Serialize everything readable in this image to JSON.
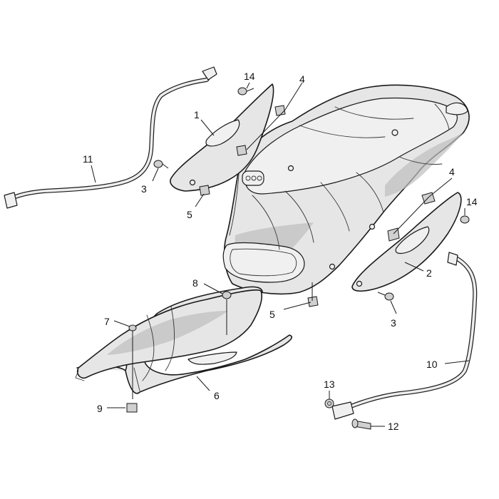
{
  "callouts": [
    {
      "id": "c1",
      "label": "1"
    },
    {
      "id": "c2",
      "label": "2"
    },
    {
      "id": "c3a",
      "label": "3"
    },
    {
      "id": "c3b",
      "label": "3"
    },
    {
      "id": "c4a",
      "label": "4"
    },
    {
      "id": "c4b",
      "label": "4"
    },
    {
      "id": "c5a",
      "label": "5"
    },
    {
      "id": "c5b",
      "label": "5"
    },
    {
      "id": "c6",
      "label": "6"
    },
    {
      "id": "c7",
      "label": "7"
    },
    {
      "id": "c8",
      "label": "8"
    },
    {
      "id": "c9",
      "label": "9"
    },
    {
      "id": "c10",
      "label": "10"
    },
    {
      "id": "c11",
      "label": "11"
    },
    {
      "id": "c12",
      "label": "12"
    },
    {
      "id": "c13",
      "label": "13"
    },
    {
      "id": "c14a",
      "label": "14"
    },
    {
      "id": "c14b",
      "label": "14"
    }
  ],
  "colors": {
    "line": "#1a1a1a",
    "part_fill": "#e6e6e6",
    "background": "#ffffff"
  }
}
